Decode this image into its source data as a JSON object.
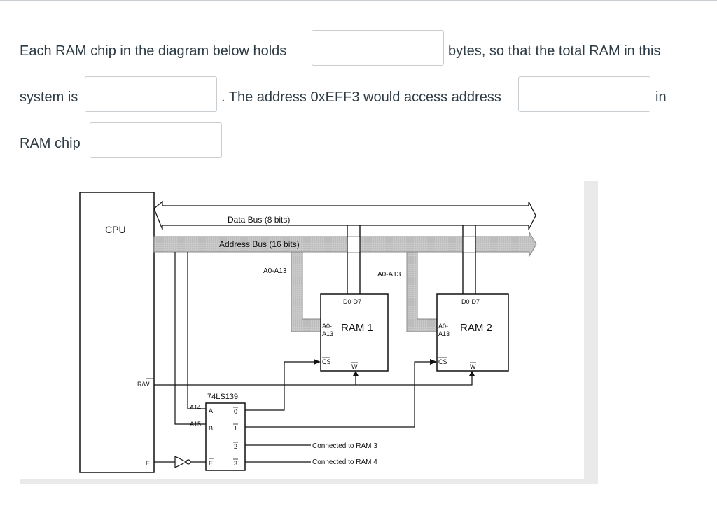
{
  "question": {
    "part1": "Each RAM chip in the diagram below holds",
    "part2": "bytes, so that the total RAM in this",
    "part3": "system is",
    "part4": ". The address 0xEFF3 would access address",
    "part5": "in",
    "part6": "RAM chip"
  },
  "answers": {
    "chip_size": "",
    "total_ram": "",
    "address_in_chip": "",
    "ram_chip": ""
  },
  "diagram": {
    "cpu_label": "CPU",
    "data_bus_label": "Data Bus (8 bits)",
    "address_bus_label": "Address Bus (16 bits)",
    "addr_range_label_1": "A0-A13",
    "addr_range_label_2": "A0-A13",
    "ram1": {
      "name": "RAM 1",
      "data_pins": "D0-D7",
      "addr_pin_a": "A0-",
      "addr_pin_b": "A13",
      "cs_pin": "CS",
      "w_pin": "W"
    },
    "ram2": {
      "name": "RAM 2",
      "data_pins": "D0-D7",
      "addr_pin_a": "A0-",
      "addr_pin_b": "A13",
      "cs_pin": "CS",
      "w_pin": "W"
    },
    "rw_label": "R/W",
    "e_label": "E",
    "decoder": {
      "name": "74LS139",
      "in_a": "A",
      "in_b": "B",
      "enable": "E",
      "out_0": "0",
      "out_1": "1",
      "out_2": "2",
      "out_3": "3",
      "a14": "A14",
      "a15": "A15"
    },
    "note_ram3": "Connected to RAM 3",
    "note_ram4": "Connected to RAM 4"
  }
}
